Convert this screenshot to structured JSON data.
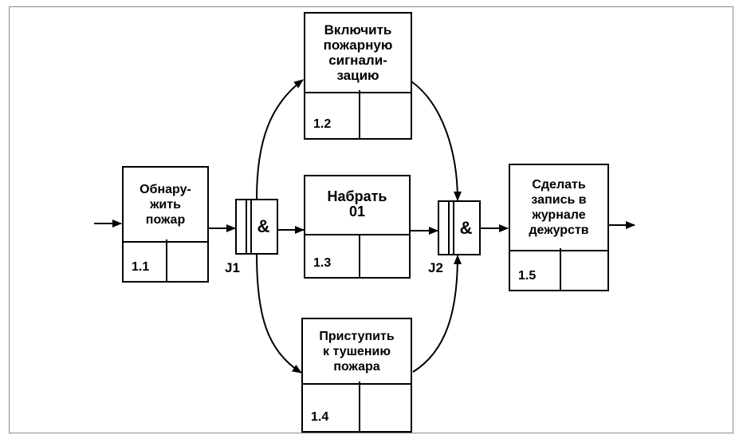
{
  "diagram": {
    "boxes": [
      {
        "id": "1.1",
        "title": "Обнару-\nжить\nпожар",
        "number": "1.1"
      },
      {
        "id": "1.2",
        "title": "Включить\nпожарную\nсигнали-\nзацию",
        "number": "1.2"
      },
      {
        "id": "1.3",
        "title": "Набрать\n01",
        "number": "1.3"
      },
      {
        "id": "1.4",
        "title": "Приступить\nк тушению\nпожара",
        "number": "1.4"
      },
      {
        "id": "1.5",
        "title": "Сделать\nзапись в\nжурнале\nдежурств",
        "number": "1.5"
      }
    ],
    "junctions": [
      {
        "id": "J1",
        "symbol": "&",
        "label": "J1"
      },
      {
        "id": "J2",
        "symbol": "&",
        "label": "J2"
      }
    ]
  }
}
